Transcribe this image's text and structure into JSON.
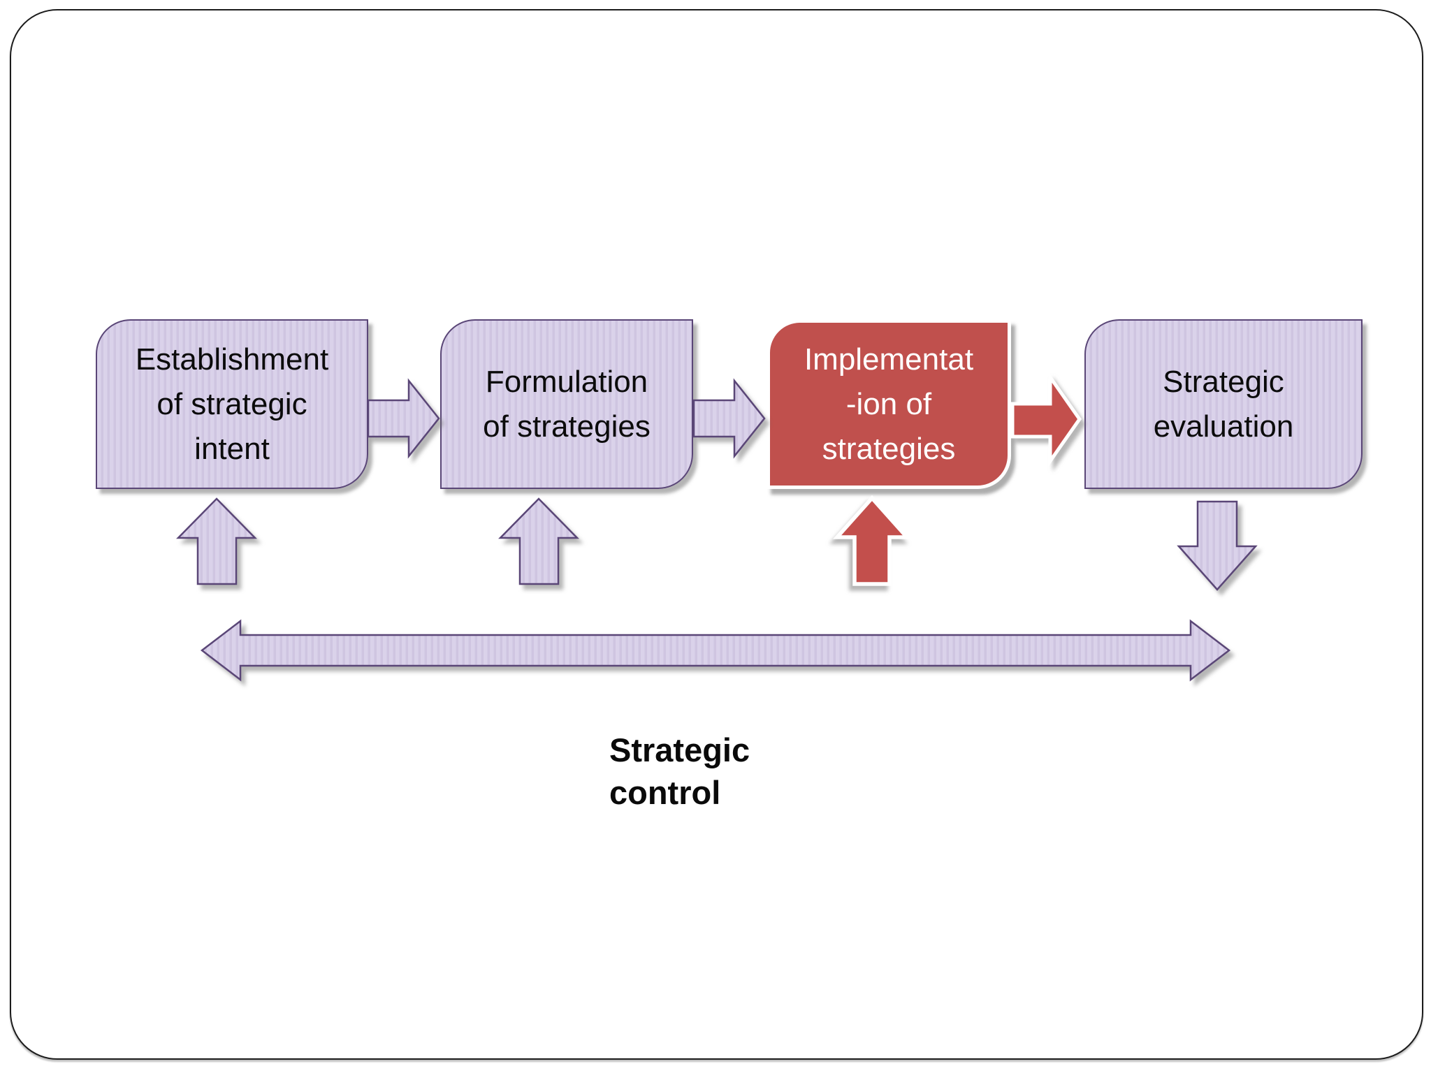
{
  "slide": {
    "type": "process-flow-diagram",
    "background": "#ffffff",
    "frame_border_color": "#1c1c1c"
  },
  "process": {
    "boxes": [
      {
        "id": "establishment",
        "label": "Establishment\nof strategic\nintent",
        "fill": "#dad2ea",
        "border": "#5a4677",
        "text_color": "#0b0b0b",
        "highlighted": false
      },
      {
        "id": "formulation",
        "label": "Formulation\nof strategies",
        "fill": "#dad2ea",
        "border": "#5a4677",
        "text_color": "#0b0b0b",
        "highlighted": false
      },
      {
        "id": "implementation",
        "label": "Implementat\n-ion of\nstrategies",
        "fill": "#c0504d",
        "border": "#ffffff",
        "text_color": "#ffffff",
        "highlighted": true
      },
      {
        "id": "evaluation",
        "label": "Strategic\nevaluation",
        "fill": "#dad2ea",
        "border": "#5a4677",
        "text_color": "#0b0b0b",
        "highlighted": false
      }
    ],
    "flow_arrows": [
      {
        "from": "establishment",
        "to": "formulation",
        "direction": "right",
        "color": "#dad2ea"
      },
      {
        "from": "formulation",
        "to": "implementation",
        "direction": "right",
        "color": "#dad2ea"
      },
      {
        "from": "implementation",
        "to": "evaluation",
        "direction": "right",
        "color": "#c34f4c"
      }
    ],
    "feedback_arrows": [
      {
        "target": "establishment",
        "direction": "up",
        "color": "#dad2ea"
      },
      {
        "target": "formulation",
        "direction": "up",
        "color": "#dad2ea"
      },
      {
        "target": "implementation",
        "direction": "up",
        "color": "#c34f4c"
      },
      {
        "target": "evaluation",
        "direction": "down",
        "color": "#dad2ea"
      }
    ],
    "control_bar": {
      "shape": "double-headed-horizontal-arrow",
      "color": "#dad2ea"
    },
    "control_label": "Strategic\ncontrol"
  },
  "colors": {
    "lavender_fill": "#dad2ea",
    "lavender_stripe": "#cfc5e1",
    "purple_border": "#5a4677",
    "accent_red": "#c0504d",
    "arrow_red": "#c34f4c",
    "text_dark": "#0b0b0b",
    "text_light": "#ffffff"
  }
}
